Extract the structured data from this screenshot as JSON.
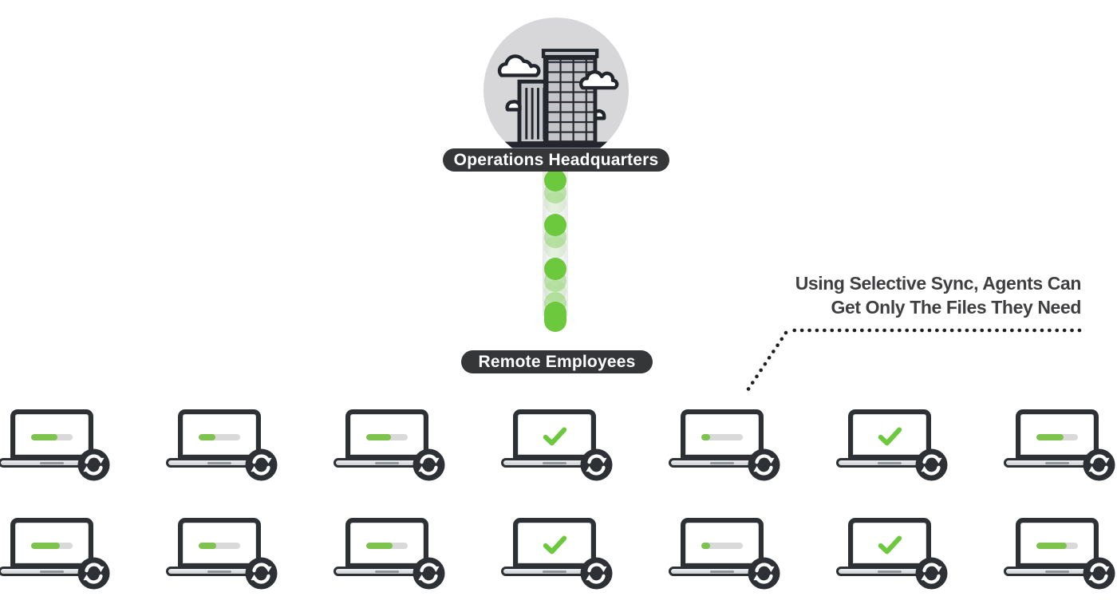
{
  "colors": {
    "green": "#6cc83d",
    "bar_green": "#7dc34d",
    "bar_track": "#d9d9da",
    "dark": "#2d3135",
    "pill_bg": "#343638",
    "circle_bg": "#d7d7da",
    "building_gray": "#c6c7ca",
    "outline": "#22252b",
    "text_dark": "#3f3f41"
  },
  "hq": {
    "label": "Operations Headquarters",
    "icon": "city-buildings-icon"
  },
  "remote": {
    "label": "Remote Employees"
  },
  "annotation": {
    "line1": "Using Selective Sync, Agents Can",
    "line2": "Get Only The Files They Need"
  },
  "flow": {
    "dot_count": 4,
    "direction": "hq-to-employees"
  },
  "laptops": {
    "badge_icon": "sync-icon",
    "rows": [
      [
        {
          "state": "syncing",
          "progress_percent": 64
        },
        {
          "state": "syncing",
          "progress_percent": 41
        },
        {
          "state": "syncing",
          "progress_percent": 59
        },
        {
          "state": "complete"
        },
        {
          "state": "syncing",
          "progress_percent": 21
        },
        {
          "state": "complete"
        },
        {
          "state": "syncing",
          "progress_percent": 66
        }
      ],
      [
        {
          "state": "syncing",
          "progress_percent": 69
        },
        {
          "state": "syncing",
          "progress_percent": 42
        },
        {
          "state": "syncing",
          "progress_percent": 64
        },
        {
          "state": "complete"
        },
        {
          "state": "syncing",
          "progress_percent": 22
        },
        {
          "state": "complete"
        },
        {
          "state": "syncing",
          "progress_percent": 74
        }
      ]
    ]
  }
}
